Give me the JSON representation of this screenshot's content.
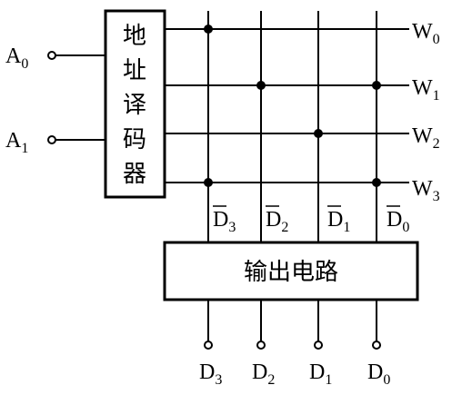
{
  "address_inputs": [
    {
      "letter": "A",
      "sub": "0"
    },
    {
      "letter": "A",
      "sub": "1"
    }
  ],
  "decoder": {
    "chars": [
      "地",
      "址",
      "译",
      "码",
      "器"
    ]
  },
  "word_lines": [
    {
      "letter": "W",
      "sub": "0"
    },
    {
      "letter": "W",
      "sub": "1"
    },
    {
      "letter": "W",
      "sub": "2"
    },
    {
      "letter": "W",
      "sub": "3"
    }
  ],
  "bit_lines": [
    {
      "letter": "D",
      "sub": "3"
    },
    {
      "letter": "D",
      "sub": "2"
    },
    {
      "letter": "D",
      "sub": "1"
    },
    {
      "letter": "D",
      "sub": "0"
    }
  ],
  "output_circuit": {
    "label": "输出电路"
  },
  "outputs": [
    {
      "letter": "D",
      "sub": "3"
    },
    {
      "letter": "D",
      "sub": "2"
    },
    {
      "letter": "D",
      "sub": "1"
    },
    {
      "letter": "D",
      "sub": "0"
    }
  ],
  "storage_cells": [
    {
      "word": 0,
      "bit": 3
    },
    {
      "word": 1,
      "bit": 0
    },
    {
      "word": 1,
      "bit": 2
    },
    {
      "word": 2,
      "bit": 1
    },
    {
      "word": 3,
      "bit": 0
    },
    {
      "word": 3,
      "bit": 3
    }
  ]
}
